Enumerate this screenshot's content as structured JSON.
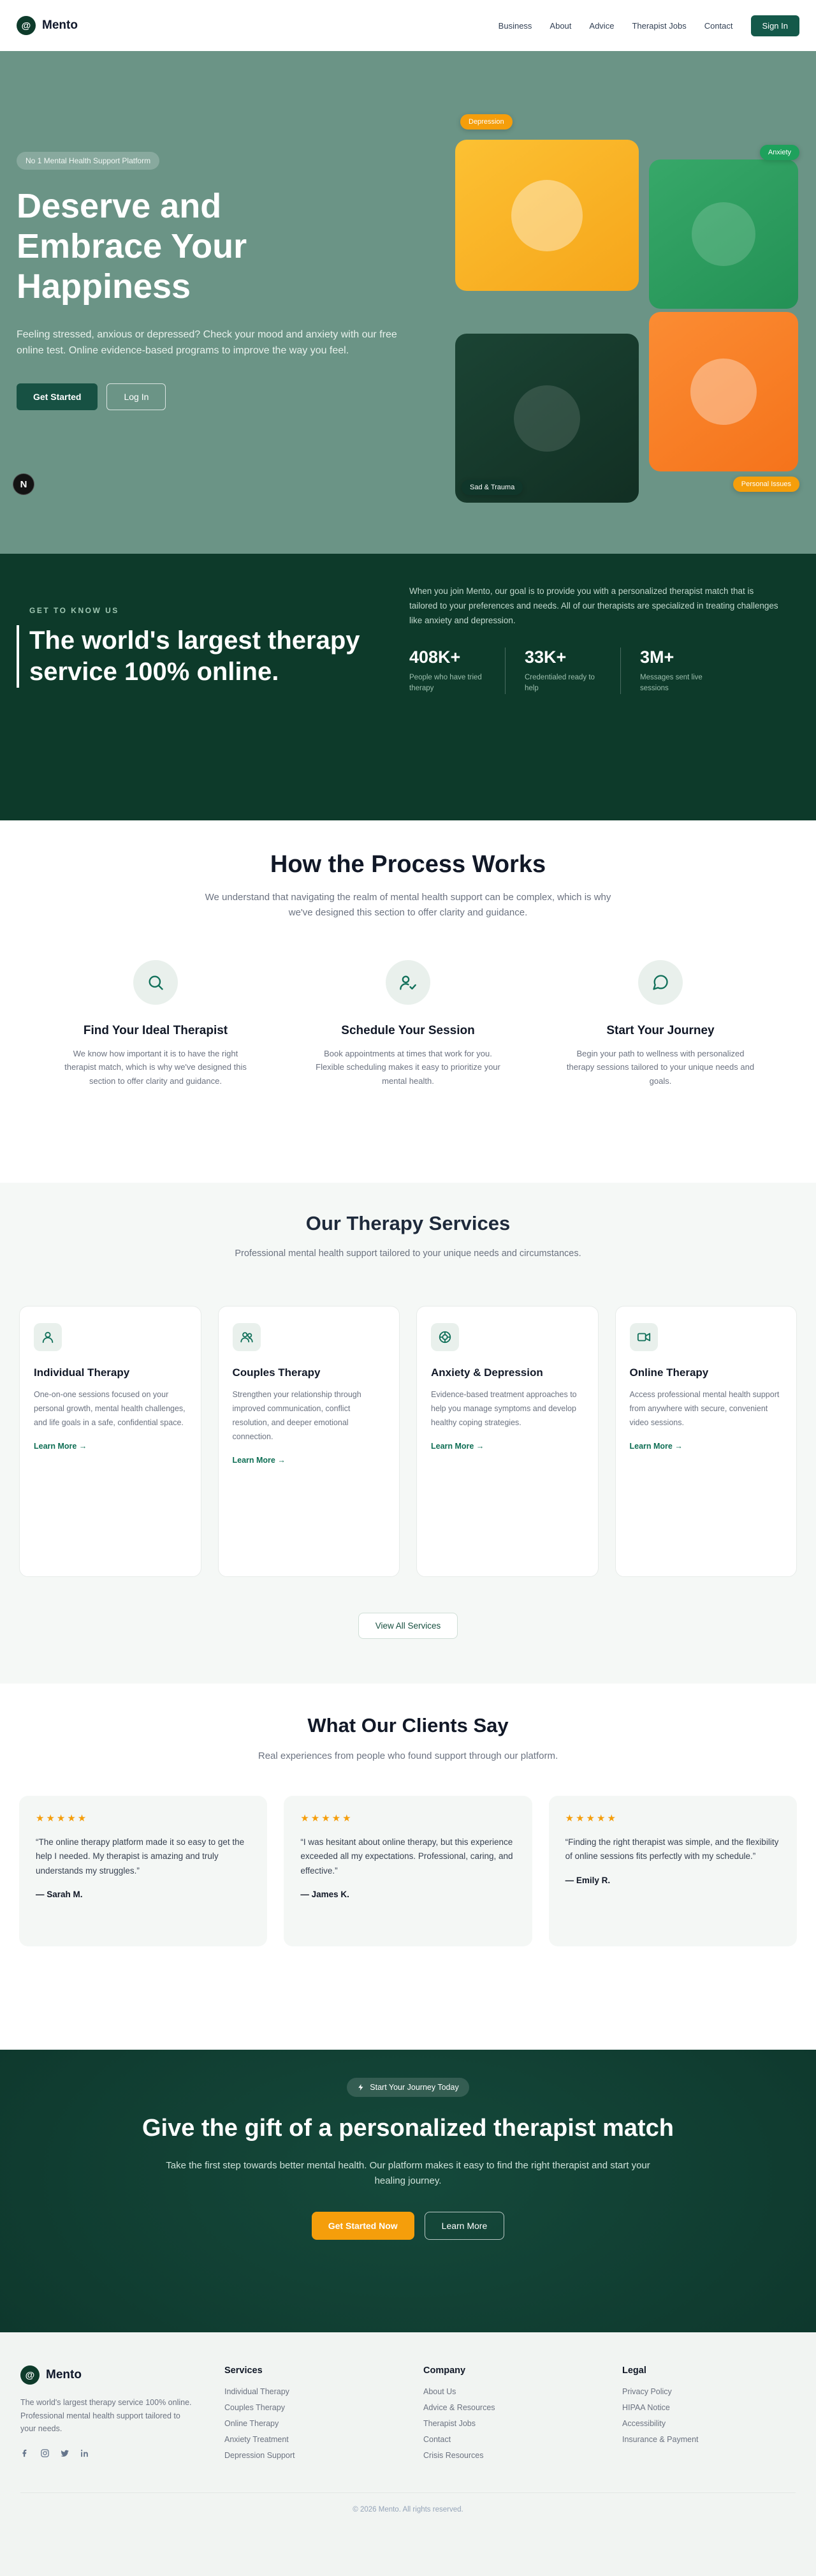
{
  "colors": {
    "accent_orange": "#f59e0b",
    "dark_green": "#0d3a2a",
    "sage_green": "#6b9486",
    "teal": "#0e6e54"
  },
  "brand": {
    "name": "Mento",
    "logo_glyph": "@"
  },
  "nav": {
    "items": [
      "Business",
      "About",
      "Advice",
      "Therapist Jobs",
      "Contact"
    ],
    "sign_in": "Sign In"
  },
  "hero": {
    "badge": "No 1 Mental Health Support Platform",
    "title": "Deserve and Embrace Your Happiness",
    "description": "Feeling stressed, anxious or depressed? Check your mood and anxiety with our free online test. Online evidence-based programs to improve the way you feel.",
    "get_started": "Get Started",
    "log_in": "Log In",
    "dev_badge": "N",
    "tags": {
      "depression": "Depression",
      "anxiety": "Anxiety",
      "sad_trauma": "Sad & Trauma",
      "personal_issues": "Personal Issues"
    }
  },
  "about": {
    "eyebrow": "GET TO KNOW US",
    "title": "The world's largest therapy service 100% online.",
    "description": "When you join Mento, our goal is to provide you with a personalized therapist match that is tailored to your preferences and needs. All of our therapists are specialized in treating challenges like anxiety and depression.",
    "stats": [
      {
        "value": "408K+",
        "label": "People who have tried therapy"
      },
      {
        "value": "33K+",
        "label": "Credentialed ready to help"
      },
      {
        "value": "3M+",
        "label": "Messages sent live sessions"
      }
    ]
  },
  "process": {
    "title": "How the Process Works",
    "subtitle": "We understand that navigating the realm of mental health support can be complex, which is why we've designed this section to offer clarity and guidance.",
    "steps": [
      {
        "title": "Find Your Ideal Therapist",
        "description": "We know how important it is to have the right therapist match, which is why we've designed this section to offer clarity and guidance."
      },
      {
        "title": "Schedule Your Session",
        "description": "Book appointments at times that work for you. Flexible scheduling makes it easy to prioritize your mental health."
      },
      {
        "title": "Start Your Journey",
        "description": "Begin your path to wellness with personalized therapy sessions tailored to your unique needs and goals."
      }
    ]
  },
  "services": {
    "title": "Our Therapy Services",
    "subtitle": "Professional mental health support tailored to your unique needs and circumstances.",
    "learn_more": "Learn More →",
    "view_all": "View All Services",
    "cards": [
      {
        "title": "Individual Therapy",
        "description": "One-on-one sessions focused on your personal growth, mental health challenges, and life goals in a safe, confidential space."
      },
      {
        "title": "Couples Therapy",
        "description": "Strengthen your relationship through improved communication, conflict resolution, and deeper emotional connection."
      },
      {
        "title": "Anxiety & Depression",
        "description": "Evidence-based treatment approaches to help you manage symptoms and develop healthy coping strategies."
      },
      {
        "title": "Online Therapy",
        "description": "Access professional mental health support from anywhere with secure, convenient video sessions."
      }
    ]
  },
  "testimonials": {
    "title": "What Our Clients Say",
    "subtitle": "Real experiences from people who found support through our platform.",
    "stars": "★★★★★",
    "items": [
      {
        "quote": "“The online therapy platform made it so easy to get the help I needed. My therapist is amazing and truly understands my struggles.”",
        "author": "— Sarah M."
      },
      {
        "quote": "“I was hesitant about online therapy, but this experience exceeded all my expectations. Professional, caring, and effective.”",
        "author": "— James K."
      },
      {
        "quote": "“Finding the right therapist was simple, and the flexibility of online sessions fits perfectly with my schedule.”",
        "author": "— Emily R."
      }
    ]
  },
  "cta": {
    "badge": "Start Your Journey Today",
    "title": "Give the gift of a personalized therapist match",
    "description": "Take the first step towards better mental health. Our platform makes it easy to find the right therapist and start your healing journey.",
    "primary": "Get Started Now",
    "secondary": "Learn More"
  },
  "footer": {
    "description": "The world's largest therapy service 100% online. Professional mental health support tailored to your needs.",
    "columns": [
      {
        "title": "Services",
        "links": [
          "Individual Therapy",
          "Couples Therapy",
          "Online Therapy",
          "Anxiety Treatment",
          "Depression Support"
        ]
      },
      {
        "title": "Company",
        "links": [
          "About Us",
          "Advice & Resources",
          "Therapist Jobs",
          "Contact",
          "Crisis Resources"
        ]
      },
      {
        "title": "Legal",
        "links": [
          "Privacy Policy",
          "HIPAA Notice",
          "Accessibility",
          "Insurance & Payment"
        ]
      }
    ],
    "copyright": "© 2026 Mento. All rights reserved."
  }
}
